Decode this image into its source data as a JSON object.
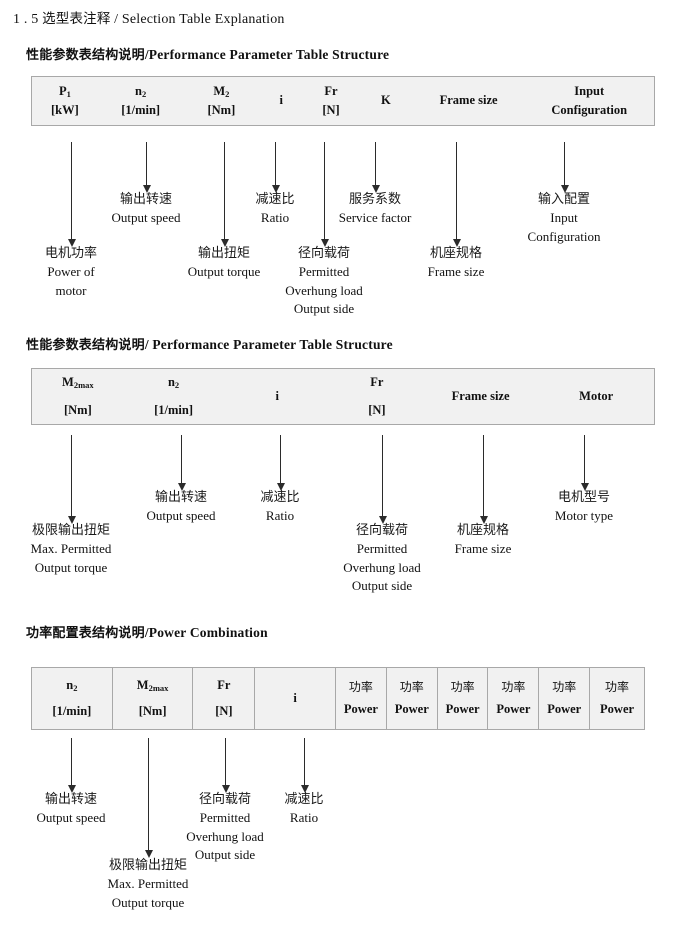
{
  "document": {
    "section_number": "1 . 5",
    "section_title_cn": "选型表注释",
    "section_title_sep": "/",
    "section_title_en": "Selection Table Explanation"
  },
  "sections": [
    {
      "heading_cn": "性能参数表结构说明",
      "heading_sep": "/",
      "heading_en": "Performance Parameter Table Structure",
      "table": {
        "columns": [
          {
            "symbol": "P",
            "sub": "1",
            "unit": "[kW]"
          },
          {
            "symbol": "n",
            "sub": "2",
            "unit": "[1/min]"
          },
          {
            "symbol": "M",
            "sub": "2",
            "unit": "[Nm]"
          },
          {
            "symbol": "i",
            "sub": "",
            "unit": ""
          },
          {
            "symbol": "Fr",
            "sub": "",
            "unit": "[N]"
          },
          {
            "symbol": "K",
            "sub": "",
            "unit": ""
          },
          {
            "symbol": "Frame size",
            "sub": "",
            "unit": ""
          },
          {
            "symbol": "Input",
            "sub": "",
            "unit": "Configuration"
          }
        ]
      },
      "annotations": [
        {
          "cn": "电机功率",
          "en": [
            "Power of",
            "motor"
          ]
        },
        {
          "cn": "输出转速",
          "en": [
            "Output speed"
          ]
        },
        {
          "cn": "输出扭矩",
          "en": [
            "Output torque"
          ]
        },
        {
          "cn": "减速比",
          "en": [
            "Ratio"
          ]
        },
        {
          "cn": "径向载荷",
          "en": [
            "Permitted",
            "Overhung load",
            "Output side"
          ]
        },
        {
          "cn": "服务系数",
          "en": [
            "Service factor"
          ]
        },
        {
          "cn": "机座规格",
          "en": [
            "Frame size"
          ]
        },
        {
          "cn": "输入配置",
          "en": [
            "Input",
            "Configuration"
          ]
        }
      ]
    },
    {
      "heading_cn": "性能参数表结构说明",
      "heading_sep": "/",
      "heading_en": "Performance Parameter Table Structure",
      "table": {
        "columns": [
          {
            "symbol": "M",
            "sub": "2max",
            "unit": "[Nm]"
          },
          {
            "symbol": "n",
            "sub": "2",
            "unit": "[1/min]"
          },
          {
            "symbol": "i",
            "sub": "",
            "unit": ""
          },
          {
            "symbol": "Fr",
            "sub": "",
            "unit": "[N]"
          },
          {
            "symbol": "Frame size",
            "sub": "",
            "unit": ""
          },
          {
            "symbol": "Motor",
            "sub": "",
            "unit": ""
          }
        ]
      },
      "annotations": [
        {
          "cn": "极限输出扭矩",
          "en": [
            "Max. Permitted",
            "Output  torque"
          ]
        },
        {
          "cn": "输出转速",
          "en": [
            "Output speed"
          ]
        },
        {
          "cn": "减速比",
          "en": [
            "Ratio"
          ]
        },
        {
          "cn": "径向载荷",
          "en": [
            "Permitted",
            "Overhung load",
            "Output side"
          ]
        },
        {
          "cn": "机座规格",
          "en": [
            "Frame size"
          ]
        },
        {
          "cn": "电机型号",
          "en": [
            "Motor type"
          ]
        }
      ]
    },
    {
      "heading_cn": "功率配置表结构说明",
      "heading_sep": "/",
      "heading_en": "Power Combination",
      "table": {
        "columns": [
          {
            "symbol": "n",
            "sub": "2",
            "unit": "[1/min]"
          },
          {
            "symbol": "M",
            "sub": "2max",
            "unit": "[Nm]"
          },
          {
            "symbol": "Fr",
            "sub": "",
            "unit": "[N]"
          },
          {
            "symbol": "i",
            "sub": "",
            "unit": ""
          },
          {
            "symbol": "功率",
            "sub": "",
            "unit": "Power"
          },
          {
            "symbol": "功率",
            "sub": "",
            "unit": "Power"
          },
          {
            "symbol": "功率",
            "sub": "",
            "unit": "Power"
          },
          {
            "symbol": "功率",
            "sub": "",
            "unit": "Power"
          },
          {
            "symbol": "功率",
            "sub": "",
            "unit": "Power"
          },
          {
            "symbol": "功率",
            "sub": "",
            "unit": "Power"
          }
        ]
      },
      "annotations": [
        {
          "cn": "输出转速",
          "en": [
            "Output speed"
          ]
        },
        {
          "cn": "极限输出扭矩",
          "en": [
            "Max. Permitted",
            "Output  torque"
          ]
        },
        {
          "cn": "径向载荷",
          "en": [
            "Permitted",
            "Overhung load",
            "Output side"
          ]
        },
        {
          "cn": "减速比",
          "en": [
            "Ratio"
          ]
        }
      ]
    }
  ]
}
